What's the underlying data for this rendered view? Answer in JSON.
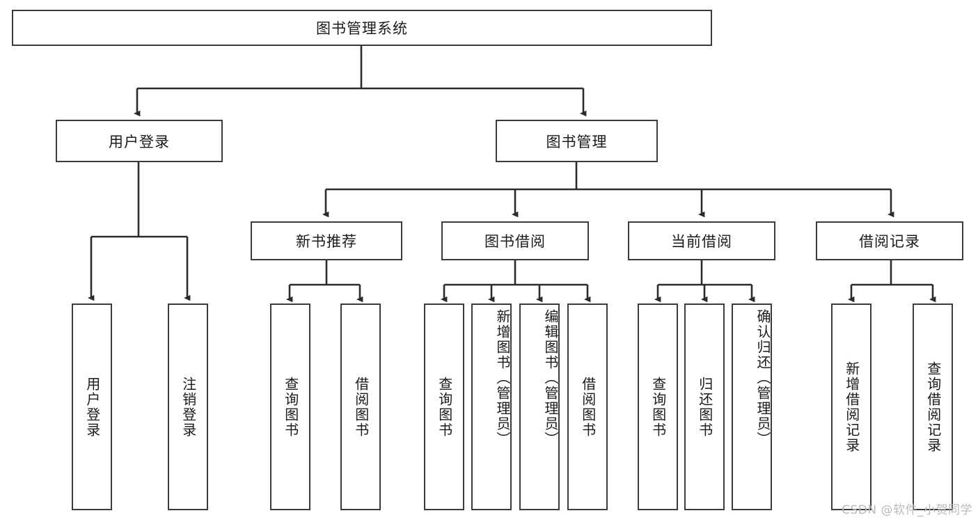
{
  "diagram": {
    "title": "图书管理系统",
    "root": {
      "label": "图书管理系统"
    },
    "level1": [
      {
        "label": "用户登录"
      },
      {
        "label": "图书管理"
      }
    ],
    "level2": [
      {
        "label": "新书推荐"
      },
      {
        "label": "图书借阅"
      },
      {
        "label": "当前借阅"
      },
      {
        "label": "借阅记录"
      }
    ],
    "leaves": [
      {
        "label": "用户登录",
        "parent": "用户登录"
      },
      {
        "label": "注销登录",
        "parent": "用户登录"
      },
      {
        "label": "查询图书",
        "parent": "新书推荐"
      },
      {
        "label": "借阅图书",
        "parent": "新书推荐"
      },
      {
        "label": "查询图书",
        "parent": "图书借阅"
      },
      {
        "label": "新增图书（管理员）",
        "parent": "图书借阅"
      },
      {
        "label": "编辑图书（管理员）",
        "parent": "图书借阅"
      },
      {
        "label": "借阅图书",
        "parent": "图书借阅"
      },
      {
        "label": "查询图书",
        "parent": "当前借阅"
      },
      {
        "label": "归还图书",
        "parent": "当前借阅"
      },
      {
        "label": "确认归还（管理员）",
        "parent": "当前借阅"
      },
      {
        "label": "新增借阅记录",
        "parent": "借阅记录"
      },
      {
        "label": "查询借阅记录",
        "parent": "借阅记录"
      }
    ],
    "watermark": "CSDN @软件_小贺同学",
    "colors": {
      "stroke": "#3b3b3b",
      "background": "#ffffff",
      "text": "#1a1a1a",
      "watermark": "#b9b9b9"
    }
  }
}
